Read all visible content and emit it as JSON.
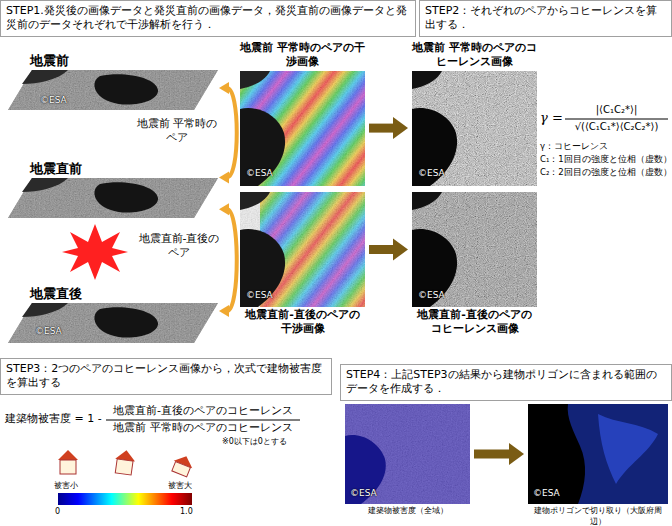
{
  "diagram": {
    "nodes": [
      {
        "text": [
          "STEP1.発災後の画像データと発災直前の画像データ，発災直前の画像データと発災前のデータそれぞれで干渉解析を行う．"
        ]
      },
      {
        "text": [
          "STEP2：それぞれのペアからコヒーレンスを算出する．"
        ]
      },
      {
        "text": [
          "地震前"
        ]
      },
      {
        "text": [
          "地震直前"
        ]
      },
      {
        "text": [
          "地震直後"
        ]
      },
      {
        "text": [
          "地震前 平常時のペアの干渉画像"
        ]
      },
      {
        "text": [
          "地震直前-直後のペアの干渉画像"
        ]
      },
      {
        "text": [
          "地震前 平常時のペアのコヒーレンス画像"
        ]
      },
      {
        "text": [
          "地震直前-直後のペアのコヒーレンス画像"
        ]
      },
      {
        "text": [
          "STEP3：2つのペアのコヒーレンス画像から，次式で建物被害度を算出する"
        ]
      },
      {
        "text": [
          "STEP4：上記STEP3の結果から建物ポリゴンに含まれる範囲のデータを作成する．"
        ]
      },
      {
        "text": [
          "建築物被害度（全域）"
        ]
      },
      {
        "text": [
          "建物ポリゴンで切り取り（大阪府周辺）"
        ]
      }
    ],
    "edges": [
      {
        "from": 2,
        "to": 3,
        "label": "地震前 平常時のペア",
        "arrow": "both"
      },
      {
        "from": 3,
        "to": 4,
        "label": "地震直前-直後のペア",
        "arrow": "both"
      },
      {
        "from": 5,
        "to": 7,
        "arrow": "to"
      },
      {
        "from": 6,
        "to": 8,
        "arrow": "to"
      },
      {
        "from": 11,
        "to": 12,
        "arrow": "to"
      }
    ],
    "labels": [
      "©ESA",
      "©ESA",
      "©ESA",
      "©ESA",
      "©ESA",
      "©ESA",
      "©ESA",
      "©ESA",
      "γ =",
      "|⟨C₁C₂*⟩|",
      "√(⟨C₁C₁*⟩⟨C₂C₂*⟩)",
      "γ：コヒーレンス",
      "C₁：1回目の強度と位相（虚数）",
      "C₂：2回目の強度と位相（虚数）",
      "建築物被害度 = 1 -",
      "地震直前-直後のペアのコヒーレンス",
      "地震前 平常時のペアのコヒーレンス",
      "※0以下は0とする",
      "被害小",
      "被害大",
      "0",
      "1.0"
    ]
  }
}
